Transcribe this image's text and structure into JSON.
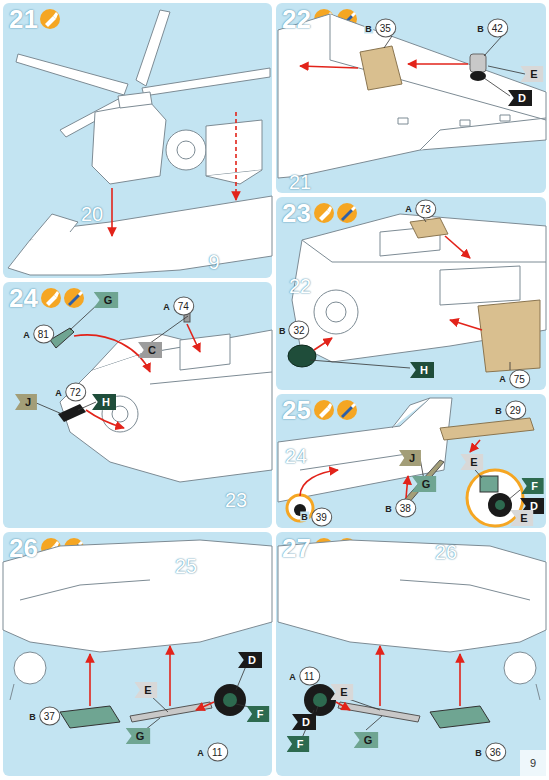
{
  "diagram": {
    "nodes": [
      {
        "text": [
          "21"
        ]
      },
      {
        "text": [
          "22"
        ]
      },
      {
        "text": [
          "B",
          "35"
        ],
        "in": 1
      },
      {
        "text": [
          "B",
          "42"
        ],
        "in": 1
      },
      {
        "text": [
          "E"
        ],
        "in": 1
      },
      {
        "text": [
          "D"
        ],
        "in": 1
      },
      {
        "text": [
          "23"
        ]
      },
      {
        "text": [
          "A",
          "73"
        ],
        "in": 6
      },
      {
        "text": [
          "B",
          "32"
        ],
        "in": 6
      },
      {
        "text": [
          "H"
        ],
        "in": 6
      },
      {
        "text": [
          "A",
          "75"
        ],
        "in": 6
      },
      {
        "text": [
          "24"
        ]
      },
      {
        "text": [
          "G"
        ],
        "in": 11
      },
      {
        "text": [
          "A",
          "74"
        ],
        "in": 11
      },
      {
        "text": [
          "A",
          "81"
        ],
        "in": 11
      },
      {
        "text": [
          "C"
        ],
        "in": 11
      },
      {
        "text": [
          "A",
          "72"
        ],
        "in": 11
      },
      {
        "text": [
          "H"
        ],
        "in": 11
      },
      {
        "text": [
          "J"
        ],
        "in": 11
      },
      {
        "text": [
          "25"
        ]
      },
      {
        "text": [
          "B",
          "29"
        ],
        "in": 19
      },
      {
        "text": [
          "J"
        ],
        "in": 19
      },
      {
        "text": [
          "E"
        ],
        "in": 19
      },
      {
        "text": [
          "B",
          "38"
        ],
        "in": 19
      },
      {
        "text": [
          "F"
        ],
        "in": 19
      },
      {
        "text": [
          "G"
        ],
        "in": 19
      },
      {
        "text": [
          "D"
        ],
        "in": 19
      },
      {
        "text": [
          "E"
        ],
        "in": 19
      },
      {
        "text": [
          "B",
          "39"
        ],
        "in": 19
      },
      {
        "text": [
          "26"
        ]
      },
      {
        "text": [
          "B",
          "37"
        ],
        "in": 29
      },
      {
        "text": [
          "E"
        ],
        "in": 29
      },
      {
        "text": [
          "D"
        ],
        "in": 29
      },
      {
        "text": [
          "G"
        ],
        "in": 29
      },
      {
        "text": [
          "F"
        ],
        "in": 29
      },
      {
        "text": [
          "A",
          "11"
        ],
        "in": 29
      },
      {
        "text": [
          "27"
        ]
      },
      {
        "text": [
          "A",
          "11"
        ],
        "in": 36
      },
      {
        "text": [
          "E"
        ],
        "in": 36
      },
      {
        "text": [
          "D"
        ],
        "in": 36
      },
      {
        "text": [
          "F"
        ],
        "in": 36
      },
      {
        "text": [
          "G"
        ],
        "in": 36
      },
      {
        "text": [
          "B",
          "36"
        ],
        "in": 36
      }
    ],
    "labels": [
      "20",
      "9",
      "21",
      "22",
      "23",
      "24",
      "25",
      "26",
      "9"
    ]
  }
}
